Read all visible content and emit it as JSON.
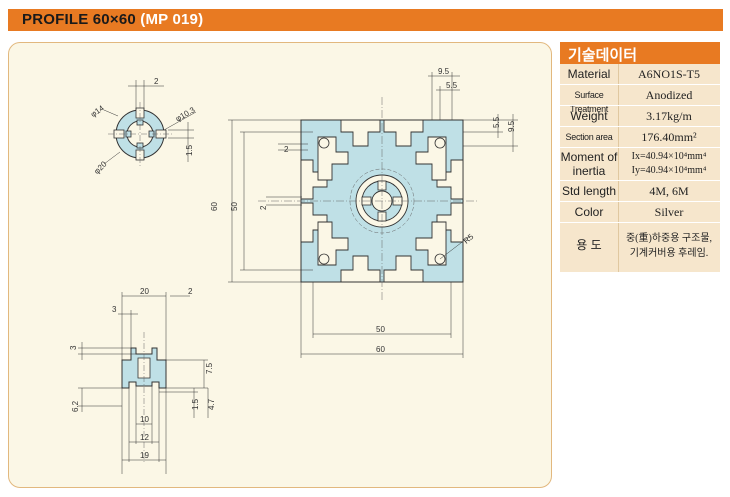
{
  "title": {
    "profile": "PROFILE 60×60",
    "code": "(MP 019)"
  },
  "spec": {
    "header": "기술데이터",
    "rows": [
      {
        "label": "Material",
        "value": "A6NO1S-T5"
      },
      {
        "label": "Surface Treatment",
        "value": "Anodized"
      },
      {
        "label": "Weight",
        "value": "3.17kg/m"
      },
      {
        "label": "Section area",
        "value": "176.40mm²"
      },
      {
        "label": "Moment of inertia",
        "value": "Ix=40.94×10⁴mm⁴",
        "value2": "Iy=40.94×10⁴mm⁴"
      },
      {
        "label": "Std length",
        "value": "4M, 6M"
      },
      {
        "label": "Color",
        "value": "Silver"
      },
      {
        "label": "용 도",
        "value": "중(重)하중용 구조물,",
        "value2": "기계커버용 후레임."
      }
    ]
  },
  "dims": {
    "core_slot_w": "2",
    "core_dia_outer": "φ14",
    "core_dia_inner": "φ20",
    "core_dia_hole": "φ10.3",
    "core_wall": "1.5",
    "top_95": "9.5",
    "top_55": "5.5",
    "right_55": "5.5",
    "right_95": "9.5",
    "left_2": "2",
    "left_60": "60",
    "left_50": "50",
    "left_2b": "2",
    "radius": "R5",
    "bottom_50": "50",
    "bottom_60": "60",
    "slot_20": "20",
    "slot_2": "2",
    "slot_3a": "3",
    "slot_3b": "3",
    "slot_62": "6.2",
    "slot_75": "7.5",
    "slot_15": "1.5",
    "slot_47": "4.7",
    "slot_10": "10",
    "slot_12": "12",
    "slot_19": "19"
  },
  "colors": {
    "accent": "#e87a22",
    "profile_fill": "#bfe0e6",
    "panel": "#fbf7e6"
  }
}
